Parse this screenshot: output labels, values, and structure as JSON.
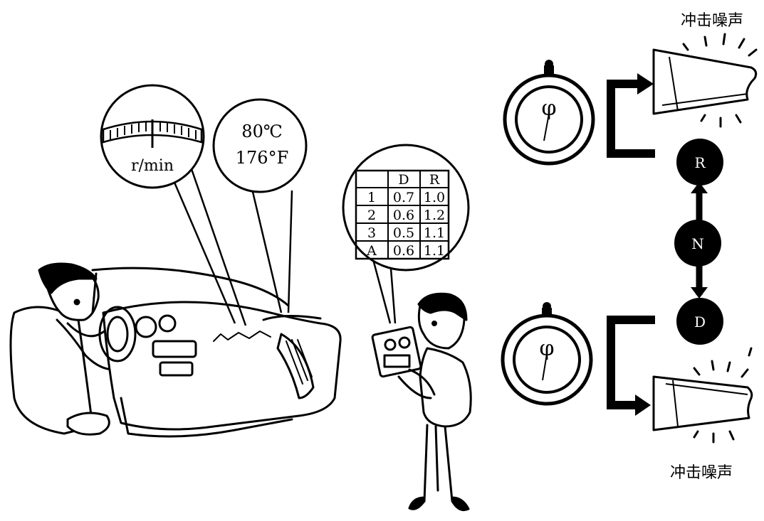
{
  "gauge_callouts": {
    "tachometer_unit": "r/min",
    "temperature_c": "80℃",
    "temperature_f": "176°F"
  },
  "delay_table": {
    "headers": [
      "",
      "D",
      "R"
    ],
    "rows": [
      [
        "1",
        "0.7",
        "1.0"
      ],
      [
        "2",
        "0.6",
        "1.2"
      ],
      [
        "3",
        "0.5",
        "1.1"
      ],
      [
        "A",
        "0.6",
        "1.1"
      ]
    ]
  },
  "stopwatch_symbol": "φ",
  "shift_positions": {
    "reverse": "R",
    "neutral": "N",
    "drive": "D"
  },
  "noise_labels": {
    "top": "冲击噪声",
    "bottom": "冲击噪声"
  }
}
